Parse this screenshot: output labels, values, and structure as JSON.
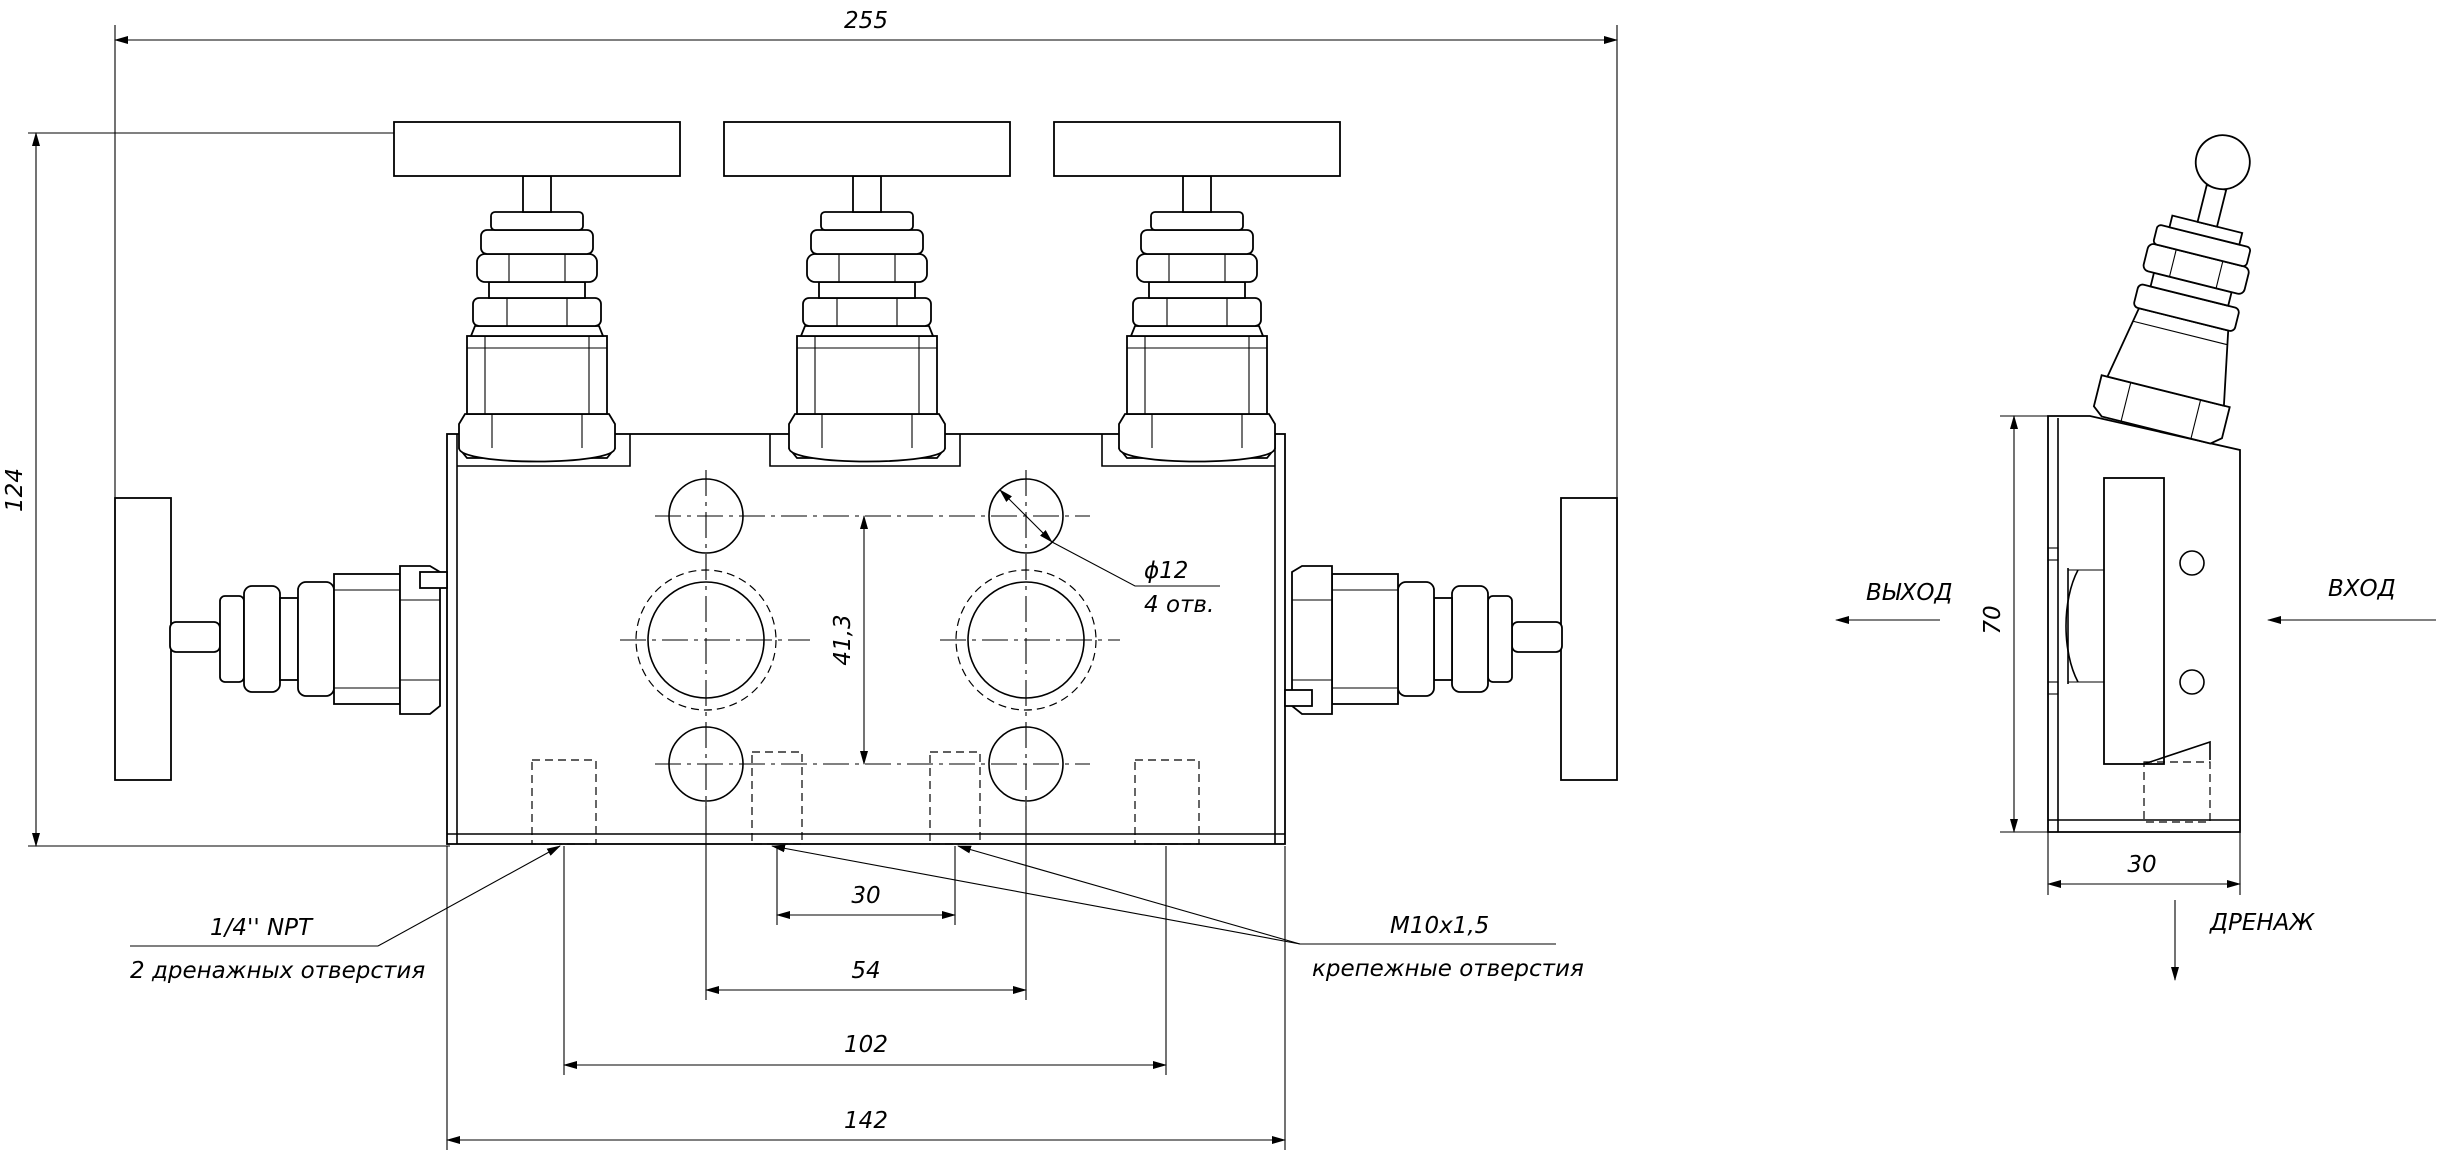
{
  "drawing": {
    "front_view": {
      "dimensions": {
        "overall_width": "255",
        "overall_height": "124",
        "center_distance": "41,3",
        "bolt_spacing_inner": "30",
        "hole_spacing": "54",
        "drain_spacing": "102",
        "body_width": "142"
      },
      "callouts": {
        "hole_diameter": "ϕ12",
        "hole_count": "4 отв.",
        "npt_size": "1/4'' NPT",
        "npt_desc": "2 дренажных отверстия",
        "bolt_size": "M10x1,5",
        "bolt_desc": "крепежные отверстия"
      }
    },
    "side_view": {
      "dimensions": {
        "height": "70",
        "drain_offset": "30"
      },
      "labels": {
        "outlet": "ВЫХОД",
        "inlet": "ВХОД",
        "drain": "ДРЕНАЖ"
      }
    }
  }
}
